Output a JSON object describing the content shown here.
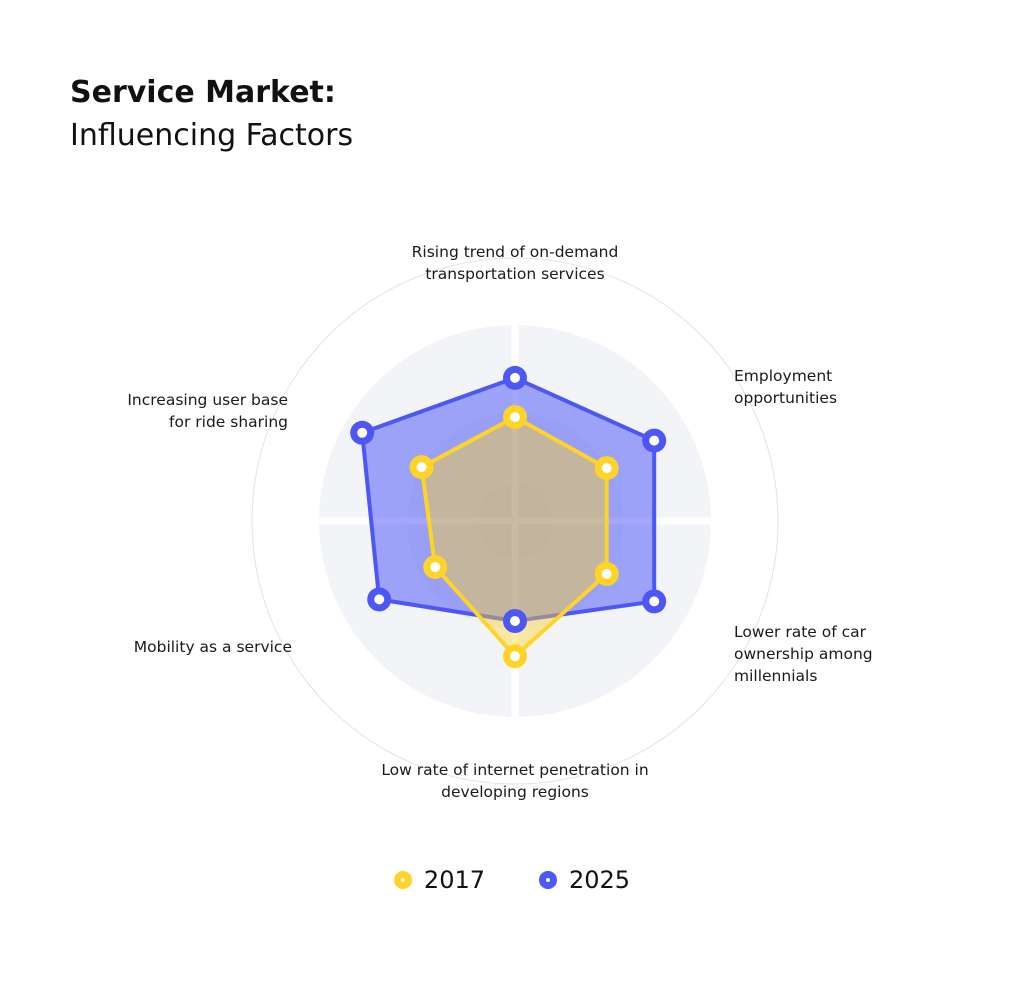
{
  "chart_data": {
    "type": "radar",
    "title": "Service Market:",
    "subtitle": "Influencing Factors",
    "axes": [
      "Rising trend of on-demand transportation services",
      "Employment opportunities",
      "Lower rate of car ownership among millennials",
      "Low rate of internet penetration in developing regions",
      "Mobility as a service",
      "Increasing user base for ride sharing"
    ],
    "axis_label_lines": [
      [
        "Rising trend of on-demand",
        "transportation services"
      ],
      [
        "Employment",
        "opportunities"
      ],
      [
        "Lower rate of car",
        "ownership among",
        "millennials"
      ],
      [
        "Low rate of internet penetration in",
        "developing regions"
      ],
      [
        "Mobility as a service"
      ],
      [
        "Increasing user base",
        "for ride sharing"
      ]
    ],
    "range": [
      0,
      10
    ],
    "series": [
      {
        "name": "2017",
        "color": "#ffd429",
        "values": [
          5.3,
          5.4,
          5.4,
          6.9,
          4.7,
          5.5
        ]
      },
      {
        "name": "2025",
        "color": "#4c57f5",
        "values": [
          7.3,
          8.2,
          8.2,
          5.1,
          8.0,
          9.0
        ]
      }
    ]
  },
  "legend": [
    {
      "label": "2017",
      "color": "#ffd429"
    },
    {
      "label": "2025",
      "color": "#4c57f5"
    }
  ]
}
